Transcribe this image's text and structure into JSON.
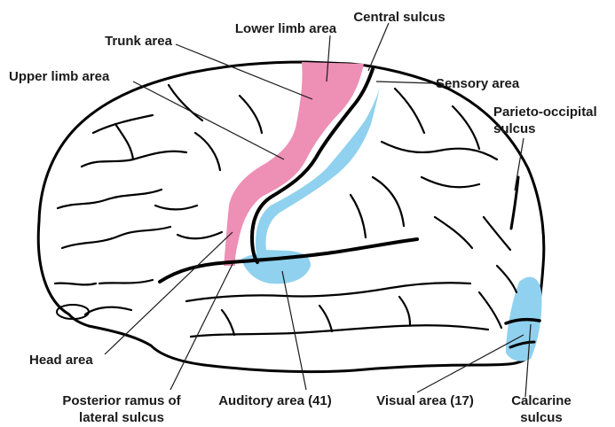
{
  "labels": {
    "lower_limb": "Lower limb area",
    "central_sulcus": "Central sulcus",
    "trunk": "Trunk area",
    "upper_limb": "Upper limb area",
    "sensory": "Sensory area",
    "parieto_1": "Parieto-occipital",
    "parieto_2": "sulcus",
    "head": "Head area",
    "posterior_1": "Posterior ramus of",
    "posterior_2": "lateral sulcus",
    "auditory": "Auditory area (41)",
    "visual": "Visual area (17)",
    "calcarine_1": "Calcarine",
    "calcarine_2": "sulcus"
  },
  "colors": {
    "motor_area": "#ee8fb5",
    "sensory_area": "#8fd1ee",
    "outline": "#000000",
    "leader": "#1a1a1a",
    "text": "#1a1a1a"
  }
}
